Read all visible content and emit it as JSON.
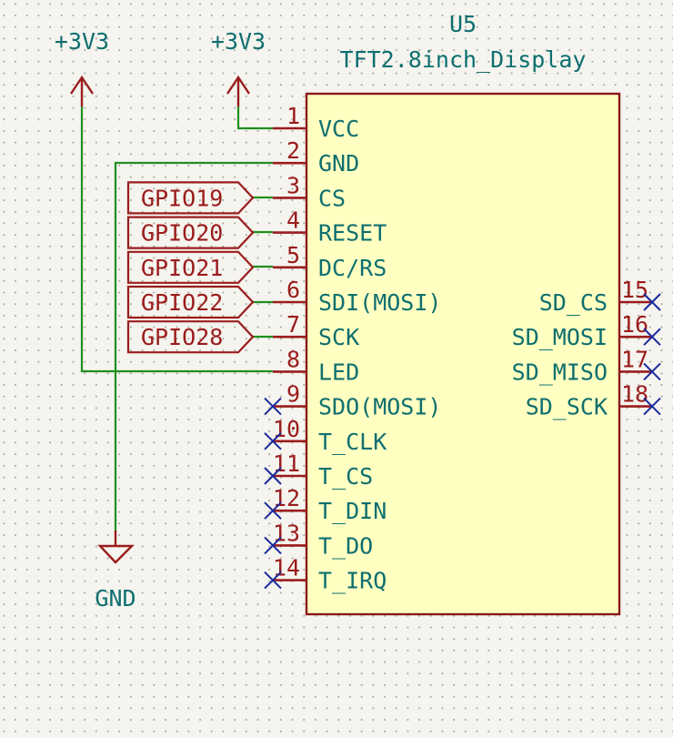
{
  "component": {
    "ref": "U5",
    "value": "TFT2.8inch_Display",
    "body_fill": "#ffffc2",
    "body_stroke": "#8a1a1a",
    "pins_left": [
      {
        "num": "1",
        "name": "VCC",
        "no_connect": false
      },
      {
        "num": "2",
        "name": "GND",
        "no_connect": false
      },
      {
        "num": "3",
        "name": "CS",
        "no_connect": false
      },
      {
        "num": "4",
        "name": "RESET",
        "no_connect": false
      },
      {
        "num": "5",
        "name": "DC/RS",
        "no_connect": false
      },
      {
        "num": "6",
        "name": "SDI(MOSI)",
        "no_connect": false
      },
      {
        "num": "7",
        "name": "SCK",
        "no_connect": false
      },
      {
        "num": "8",
        "name": "LED",
        "no_connect": false
      },
      {
        "num": "9",
        "name": "SDO(MOSI)",
        "no_connect": true
      },
      {
        "num": "10",
        "name": "T_CLK",
        "no_connect": true
      },
      {
        "num": "11",
        "name": "T_CS",
        "no_connect": true
      },
      {
        "num": "12",
        "name": "T_DIN",
        "no_connect": true
      },
      {
        "num": "13",
        "name": "T_DO",
        "no_connect": true
      },
      {
        "num": "14",
        "name": "T_IRQ",
        "no_connect": true
      }
    ],
    "pins_right": [
      {
        "num": "15",
        "name": "SD_CS",
        "no_connect": true
      },
      {
        "num": "16",
        "name": "SD_MOSI",
        "no_connect": true
      },
      {
        "num": "17",
        "name": "SD_MISO",
        "no_connect": true
      },
      {
        "num": "18",
        "name": "SD_SCK",
        "no_connect": true
      }
    ]
  },
  "power": {
    "vcc_left": "+3V3",
    "vcc_right": "+3V3",
    "gnd": "GND"
  },
  "labels": [
    {
      "text": "GPIO19",
      "pin": "3"
    },
    {
      "text": "GPIO20",
      "pin": "4"
    },
    {
      "text": "GPIO21",
      "pin": "5"
    },
    {
      "text": "GPIO22",
      "pin": "6"
    },
    {
      "text": "GPIO28",
      "pin": "7"
    }
  ],
  "colors": {
    "wire": "#1f8f1f",
    "pin": "#9a1c1c",
    "text_teal": "#0e6f6f",
    "no_connect": "#1a2a9c",
    "background": "#f5f4ef"
  }
}
